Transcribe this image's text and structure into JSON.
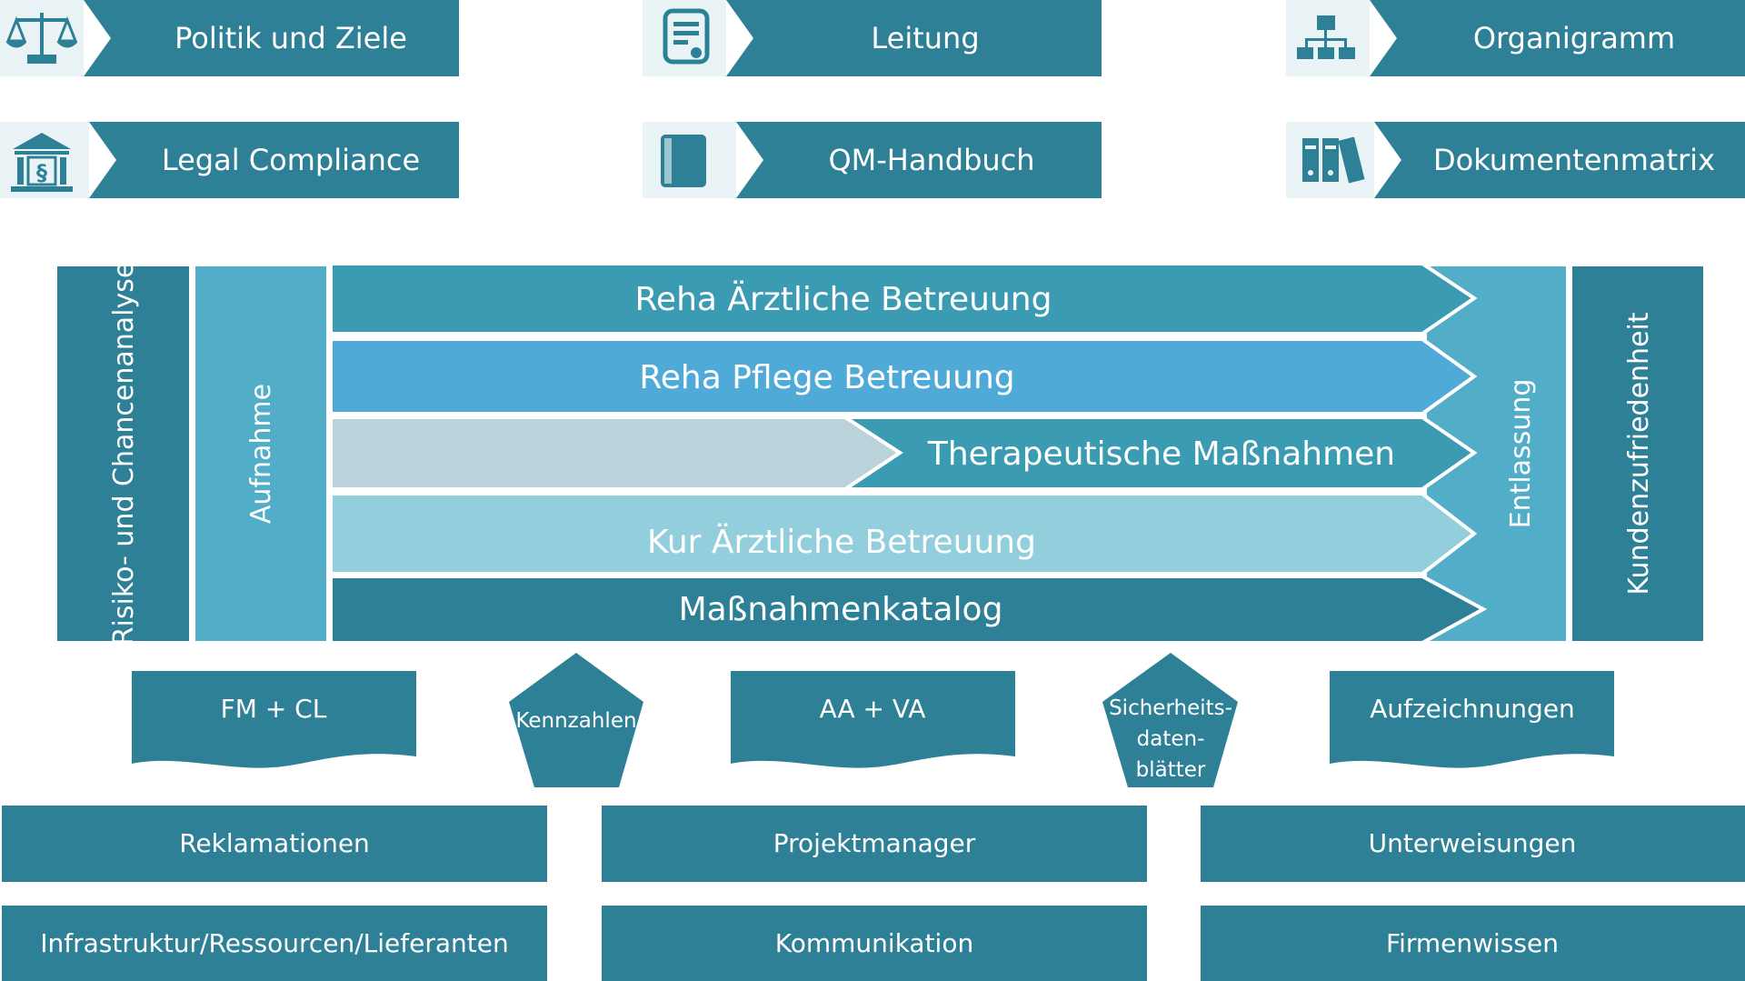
{
  "colors": {
    "teal_dark": "#2E8096",
    "teal_mid": "#3A9BB3",
    "blue_bright": "#4FAAD8",
    "teal_light": "#52ADC8",
    "aqua_pale": "#92CEDC",
    "gray_pale": "#BAD3DA",
    "icon_bg": "#EAF4F7"
  },
  "header_links": [
    {
      "label": "Politik und Ziele",
      "icon": "balance-scale-icon"
    },
    {
      "label": "Leitung",
      "icon": "certificate-document-icon"
    },
    {
      "label": "Organigramm",
      "icon": "org-chart-icon"
    },
    {
      "label": "Legal Compliance",
      "icon": "courthouse-paragraph-icon"
    },
    {
      "label": "QM-Handbuch",
      "icon": "handbook-icon"
    },
    {
      "label": "Dokumentenmatrix",
      "icon": "binders-icon"
    }
  ],
  "process": {
    "left_outer": "Risiko- und Chancenanalyse",
    "left_inner": "Aufnahme",
    "right_inner": "Entlassung",
    "right_outer": "Kundenzufriedenheit",
    "rows": [
      "Reha Ärztliche Betreuung",
      "Reha Pflege Betreuung",
      "Therapeutische Maßnahmen",
      "Kur Ärztliche Betreuung",
      "Maßnahmenkatalog"
    ]
  },
  "support": {
    "documents": [
      "FM + CL",
      "AA + VA",
      "Aufzeichnungen"
    ],
    "pentagon_kennzahlen": "Kennzahlen",
    "pentagon_sdb": [
      "Sicherheits-",
      "daten-",
      "blätter"
    ]
  },
  "footer": {
    "row1": [
      "Reklamationen",
      "Projektmanager",
      "Unterweisungen"
    ],
    "row2": [
      "Infrastruktur/Ressourcen/Lieferanten",
      "Kommunikation",
      "Firmenwissen"
    ]
  }
}
